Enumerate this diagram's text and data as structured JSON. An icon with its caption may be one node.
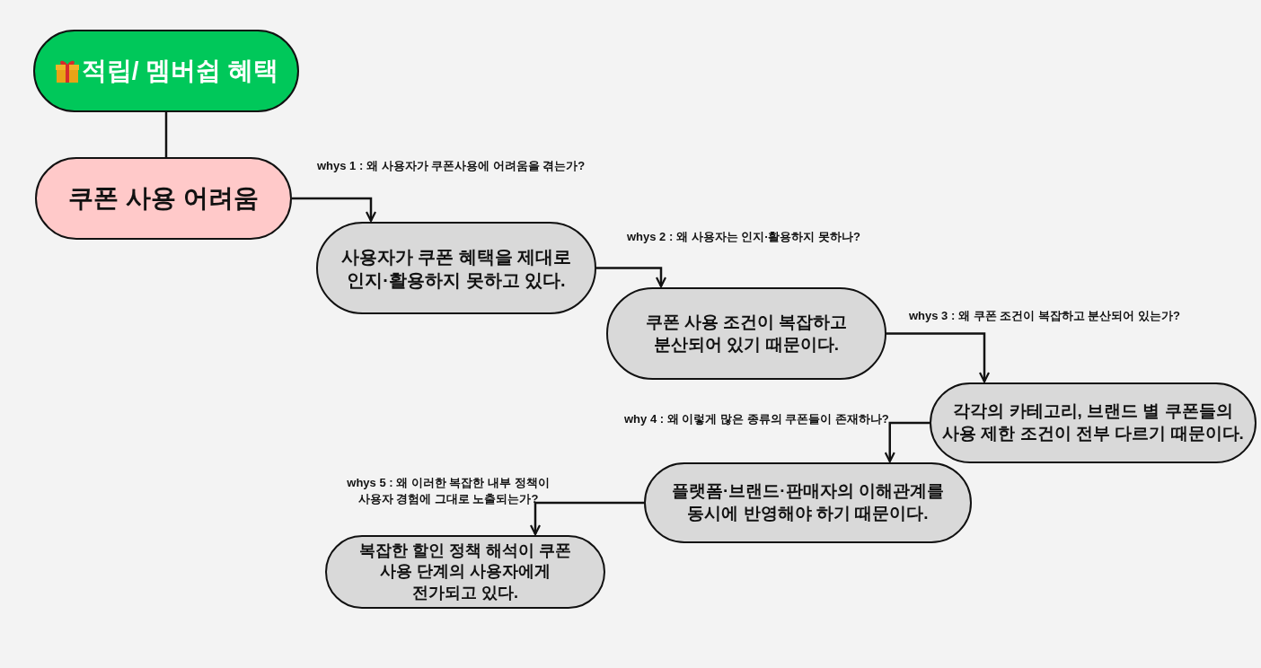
{
  "diagram": {
    "nodes": [
      {
        "text": [
          "적립/ 멤버쉽 혜택"
        ]
      },
      {
        "text": [
          "쿠폰 사용 어려움"
        ]
      },
      {
        "text": [
          "사용자가 쿠폰 혜택을 제대로 인지·활용하지 못하고 있다."
        ]
      },
      {
        "text": [
          "쿠폰 사용 조건이 복잡하고 분산되어 있기 때문이다."
        ]
      },
      {
        "text": [
          "각각의 카테고리, 브랜드 별 쿠폰들의 사용 제한 조건이 전부 다르기 때문이다."
        ]
      },
      {
        "text": [
          "플랫폼·브랜드·판매자의 이해관계를 동시에 반영해야 하기 때문이다."
        ]
      },
      {
        "text": [
          "복잡한 할인 정책 해석이 쿠폰 사용 단계의 사용자에게 전가되고 있다."
        ]
      }
    ],
    "edges": [
      {
        "from": 0,
        "to": 1,
        "arrow": "none"
      },
      {
        "from": 1,
        "to": 2,
        "arrow": "to"
      },
      {
        "from": 2,
        "to": 3,
        "arrow": "to"
      },
      {
        "from": 3,
        "to": 4,
        "arrow": "to"
      },
      {
        "from": 4,
        "to": 5,
        "arrow": "to"
      },
      {
        "from": 5,
        "to": 6,
        "arrow": "to"
      }
    ],
    "labels": [
      "whys 1 : 왜 사용자가 쿠폰사용에 어려움을 겪는가?",
      "whys 2 : 왜 사용자는 인지·활용하지 못하나?",
      "whys 3 : 왜 쿠폰 조건이 복잡하고 분산되어 있는가?",
      "why 4 : 왜 이렇게 많은 종류의 쿠폰들이 존재하나?",
      "whys 5 : 왜 이러한 복잡한 내부 정책이 사용자 경험에 그대로 노출되는가?"
    ]
  }
}
